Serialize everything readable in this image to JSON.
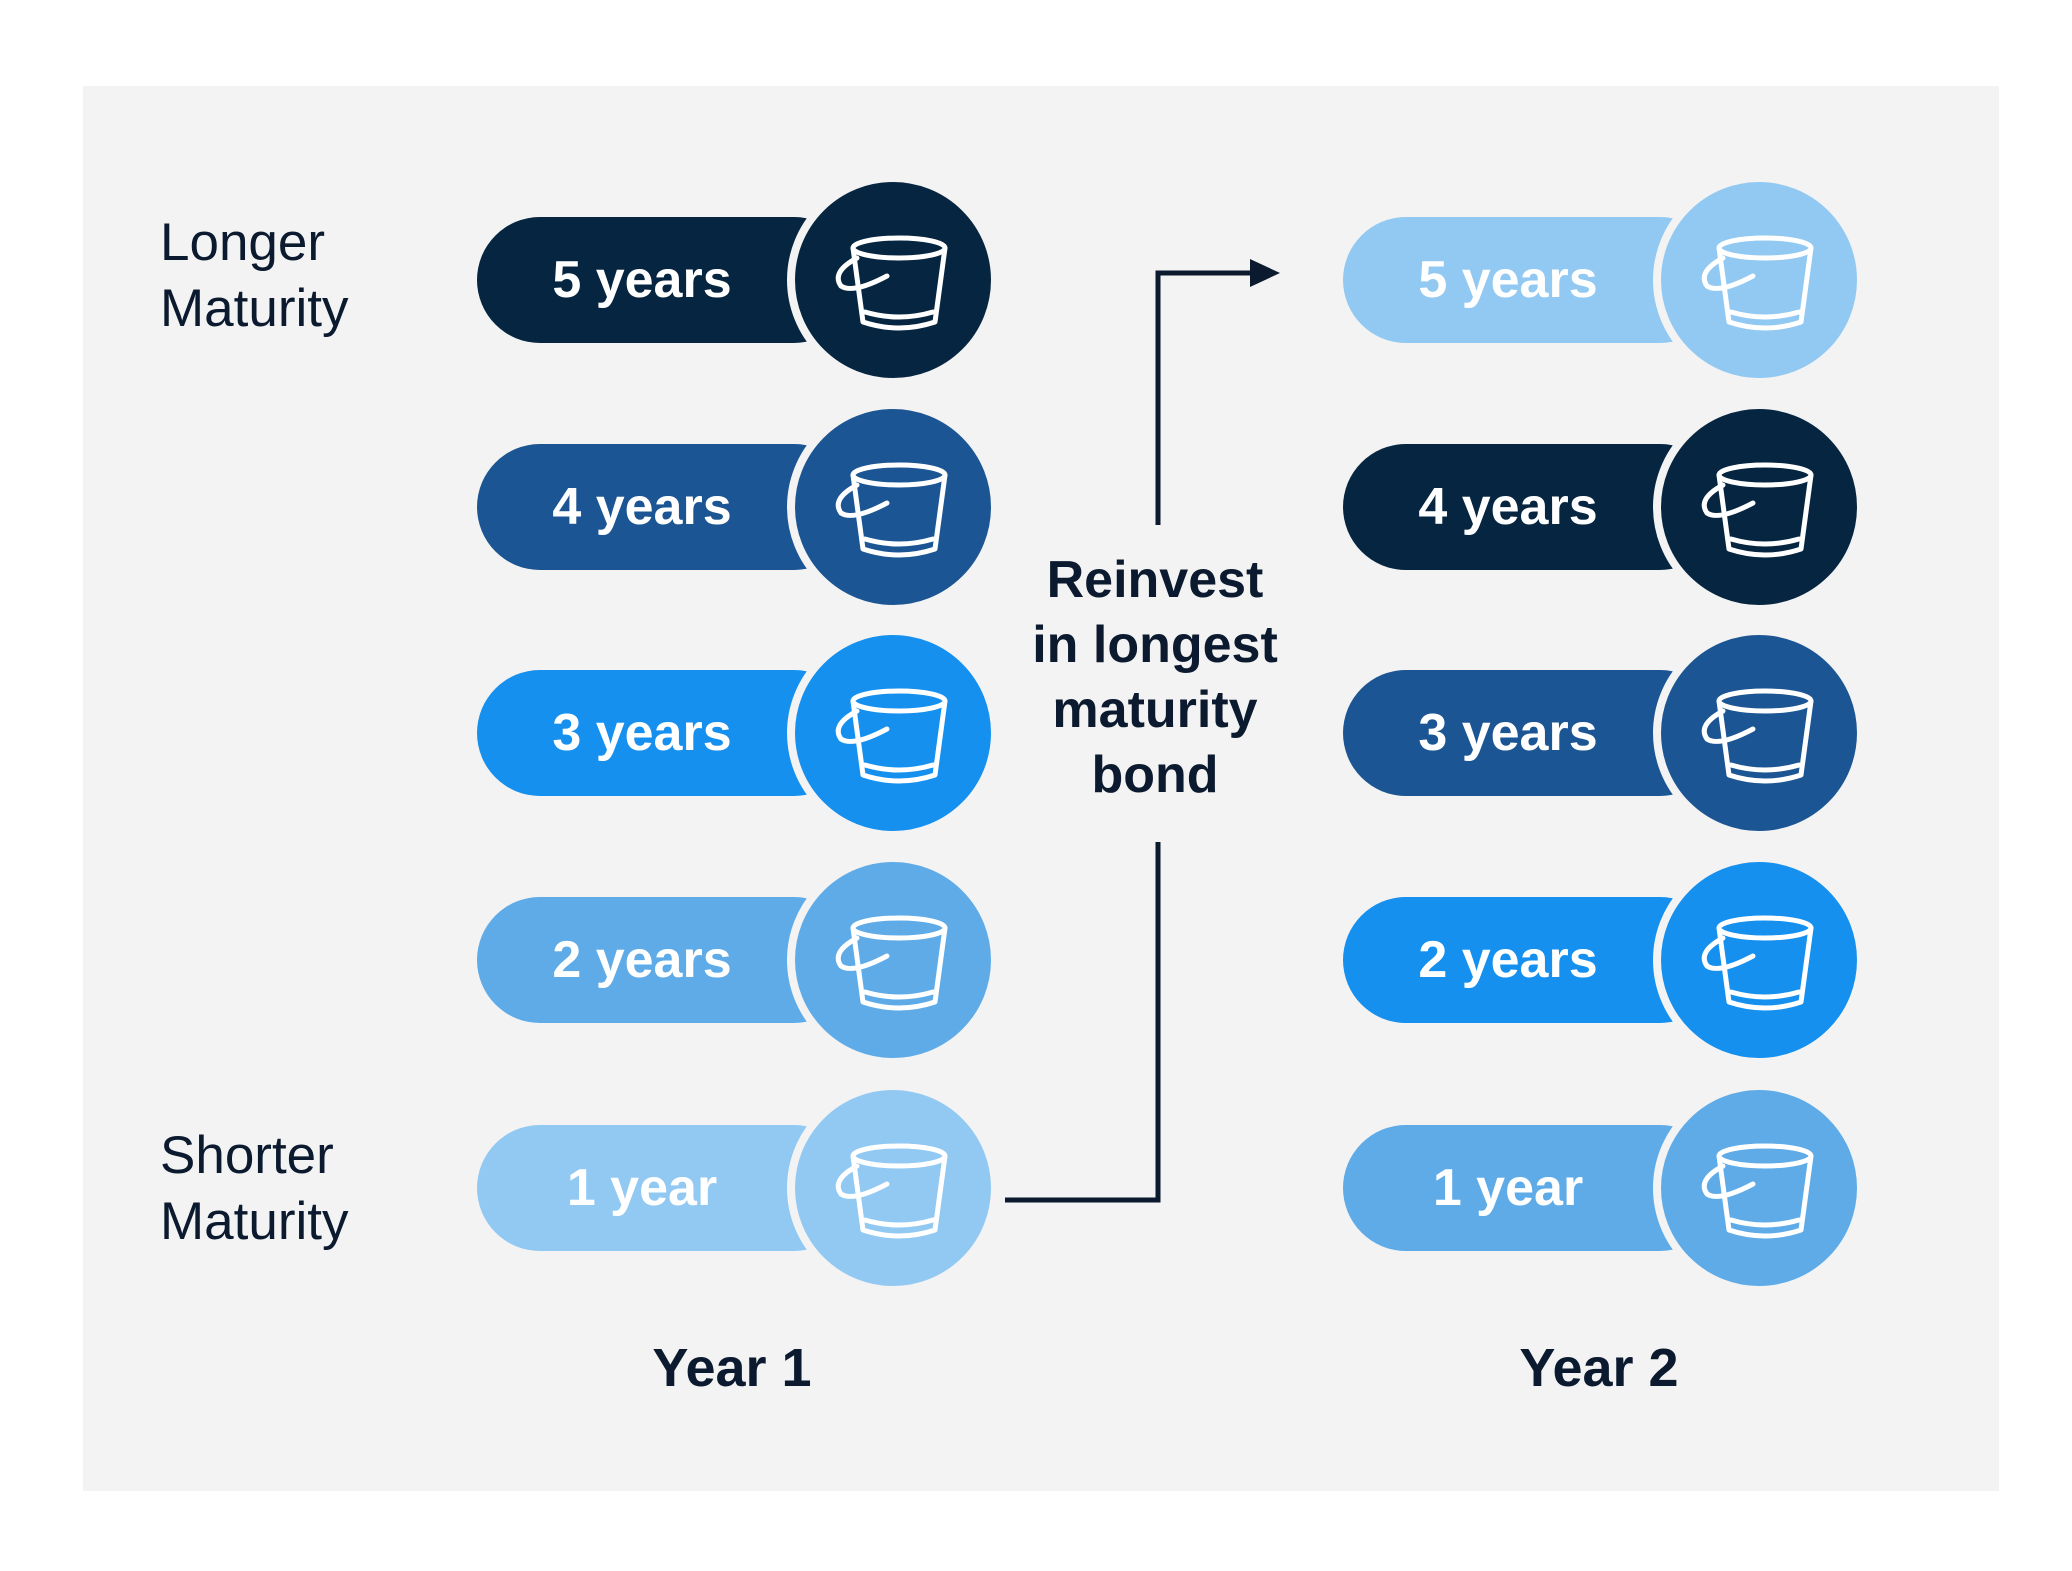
{
  "labels": {
    "longer": "Longer\nMaturity",
    "shorter": "Shorter\nMaturity"
  },
  "note": "Reinvest\nin longest\nmaturity\nbond",
  "columns": [
    {
      "title": "Year 1",
      "rungs": [
        {
          "label": "5 years",
          "color": "#062540"
        },
        {
          "label": "4 years",
          "color": "#1c5593"
        },
        {
          "label": "3 years",
          "color": "#1590ef"
        },
        {
          "label": "2 years",
          "color": "#5fabe8"
        },
        {
          "label": "1 year",
          "color": "#92c9f2"
        }
      ]
    },
    {
      "title": "Year 2",
      "rungs": [
        {
          "label": "5 years",
          "color": "#92c9f2"
        },
        {
          "label": "4 years",
          "color": "#062540"
        },
        {
          "label": "3 years",
          "color": "#1c5593"
        },
        {
          "label": "2 years",
          "color": "#1590ef"
        },
        {
          "label": "1 year",
          "color": "#5fabe8"
        }
      ]
    }
  ],
  "icons": {
    "bucket": "bucket-icon",
    "arrow": "arrow-right-icon"
  },
  "colors": {
    "connector": "#0b1a2e",
    "background": "#f3f3f3"
  }
}
